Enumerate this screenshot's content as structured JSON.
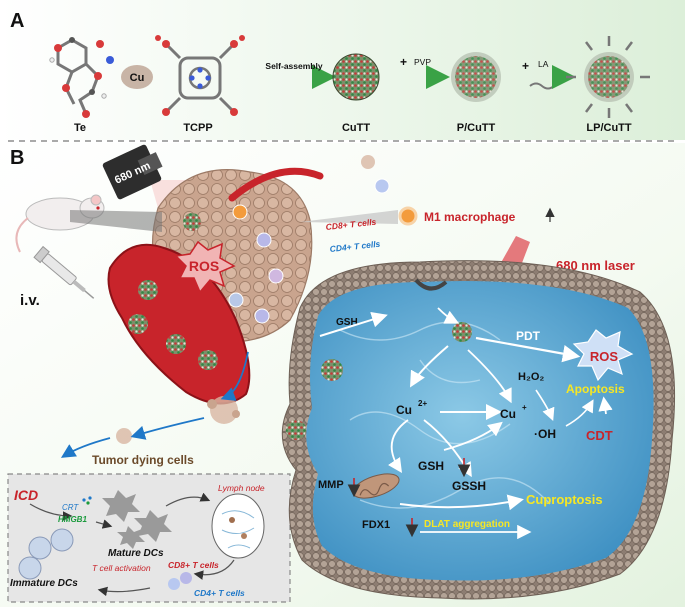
{
  "panel_a": {
    "label": "A",
    "te_label": "Te",
    "cu_label": "Cu",
    "tcpp_label": "TCPP",
    "self_assembly": "Self-assembly",
    "plus1": "+",
    "pvp": "PVP",
    "plus2": "+",
    "la": "LA",
    "cutt": "CuTT",
    "pcutt": "P/CuTT",
    "lpcutt": "LP/CuTT"
  },
  "panel_b": {
    "label": "B",
    "laser_device": "680 nm",
    "iv": "i.v.",
    "ros_tumor": "ROS",
    "cd8_top": "CD8+ T cells",
    "cd4_top": "CD4+ T cells",
    "m1_macrophage": "M1 macrophage",
    "laser_label": "680 nm laser",
    "tumor_dying": "Tumor dying cells",
    "cell": {
      "gsh_in": "GSH",
      "pdt": "PDT",
      "ros": "ROS",
      "h2o2": "H₂O₂",
      "cu2": "Cu",
      "cu2_sup": "2+",
      "cu1": "Cu",
      "cu1_sup": "+",
      "apoptosis": "Apoptosis",
      "oh": "·OH",
      "cdt": "CDT",
      "mmp": "MMP",
      "gsh": "GSH",
      "gssh": "GSSH",
      "cuproptosis": "Cuproptosis",
      "fdx1": "FDX1",
      "dlat": "DLAT aggregation"
    },
    "icd_box": {
      "icd": "ICD",
      "crt": "CRT",
      "hmgb1": "HMGB1",
      "lymph_node": "Lymph node",
      "mature_dcs": "Mature DCs",
      "immature_dcs": "Immature DCs",
      "t_activation": "T cell activation",
      "cd8": "CD8+ T cells",
      "cd4": "CD4+ T cells"
    }
  },
  "colors": {
    "red": "#d9232d",
    "yellow": "#f7e723",
    "blue": "#1f78c8",
    "green": "#1a9a3c",
    "cyto": "#6fb3d6"
  }
}
